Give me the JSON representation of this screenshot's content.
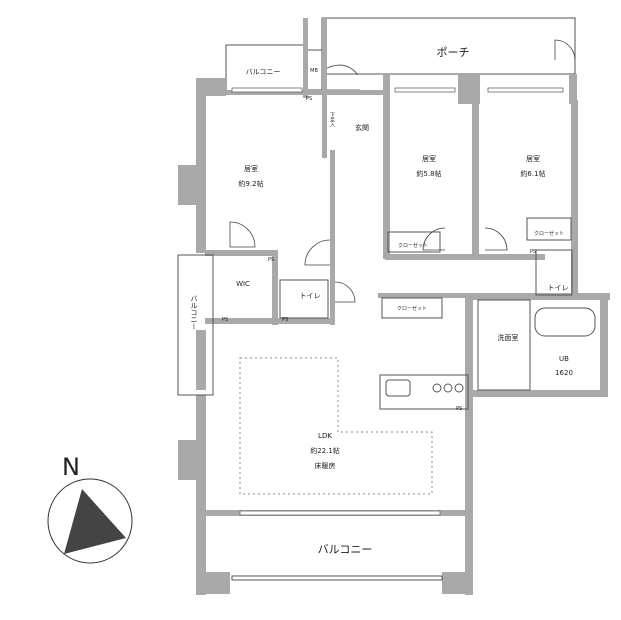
{
  "rooms": {
    "porch": "ポーチ",
    "balcony_top": "バルコニー",
    "meter_box": "MB",
    "shoe_storage": "下足入",
    "entrance": "玄関",
    "bedroom1": {
      "name": "居室",
      "size": "約9.2帖"
    },
    "bedroom2": {
      "name": "居室",
      "size": "約5.8帖"
    },
    "bedroom3": {
      "name": "居室",
      "size": "約6.1帖"
    },
    "closet": "クローゼット",
    "wic": "WIC",
    "toilet": "トイレ",
    "balcony_side": "バルコニー",
    "washroom": "洗面室",
    "bath": {
      "name": "UB",
      "size": "1620"
    },
    "ldk": {
      "name": "LDK",
      "size": "約22.1帖",
      "note": "床暖房"
    },
    "balcony_bottom": "バルコニー",
    "ps": "PS"
  },
  "compass": {
    "label": "N"
  }
}
